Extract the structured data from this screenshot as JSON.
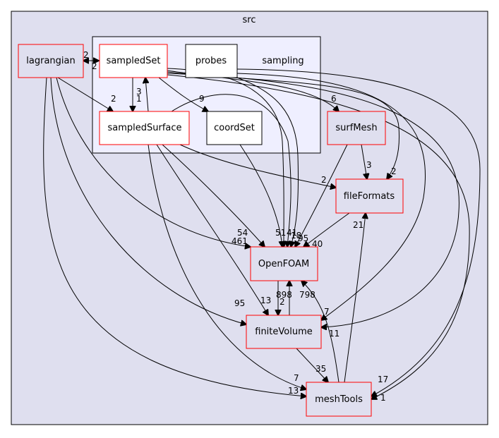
{
  "root_title": "src",
  "cluster_title": "sampling",
  "nodes": {
    "lagrangian": "lagrangian",
    "sampledSet": "sampledSet",
    "probes": "probes",
    "sampledSurface": "sampledSurface",
    "coordSet": "coordSet",
    "surfMesh": "surfMesh",
    "fileFormats": "fileFormats",
    "OpenFOAM": "OpenFOAM",
    "finiteVolume": "finiteVolume",
    "meshTools": "meshTools"
  },
  "edge_labels": {
    "lag_sset": "2",
    "sset_lag": "2",
    "lag_ssurf": "2",
    "lag_openfoam": "461",
    "lag_fv": "95",
    "lag_mt": "13",
    "sset_ssurf": "3",
    "ssurf_sset": "1",
    "sset_coord": "9",
    "sset_surfmesh": "6",
    "sset_ff": "2",
    "ssurf_ff": "2",
    "ssurf_openfoam": "54",
    "ssurf_fv": "13",
    "ssurf_mt": "7",
    "coord_openfoam": "51",
    "openfoam_cluster": "41",
    "probes_openfoam": "18",
    "surfmesh_openfoam": "95",
    "ff_openfoam": "40",
    "surfmesh_ff": "3",
    "mt_ff": "21",
    "openfoam_fv": "898",
    "fv_openfoam": "2",
    "mt_openfoam": "798",
    "probes_fv": "7",
    "sset_fv": "11",
    "fv_mt": "35",
    "probes_mt": "17",
    "sset_mt": "1"
  },
  "colors": {
    "outer_bg": "#dfdfef",
    "cluster_bg": "#efefff",
    "node_border_red": "#ff0000",
    "node_border_black": "#000000",
    "edge": "#000000"
  }
}
